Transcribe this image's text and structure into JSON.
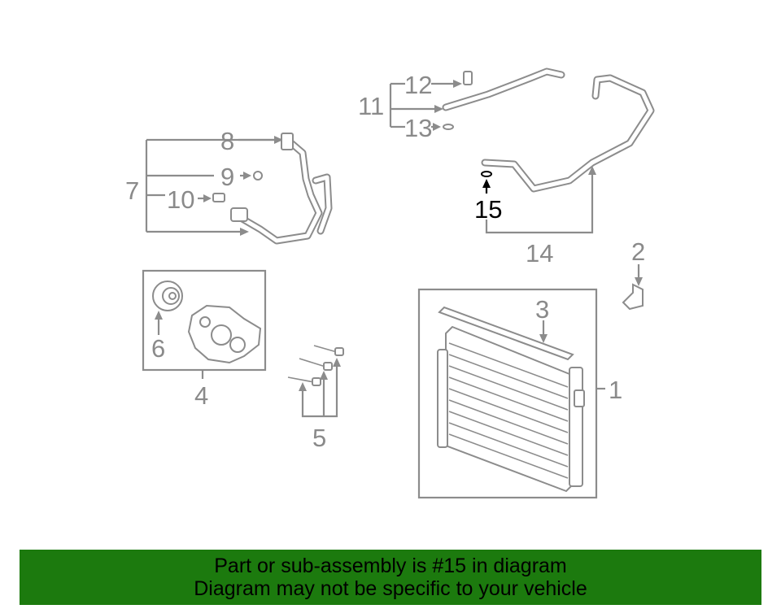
{
  "callouts": {
    "c1": "1",
    "c2": "2",
    "c3": "3",
    "c4": "4",
    "c5": "5",
    "c6": "6",
    "c7": "7",
    "c8": "8",
    "c9": "9",
    "c10": "10",
    "c11": "11",
    "c12": "12",
    "c13": "13",
    "c14": "14",
    "c15": "15"
  },
  "highlighted_part": "15",
  "colors": {
    "line": "#8c8c8c",
    "label": "#8a8a8a",
    "highlight": "#000000",
    "banner": "#1c7a0e"
  },
  "banner": {
    "line1": "Part or sub-assembly is #15 in diagram",
    "line2": "Diagram may not be specific to your vehicle"
  }
}
